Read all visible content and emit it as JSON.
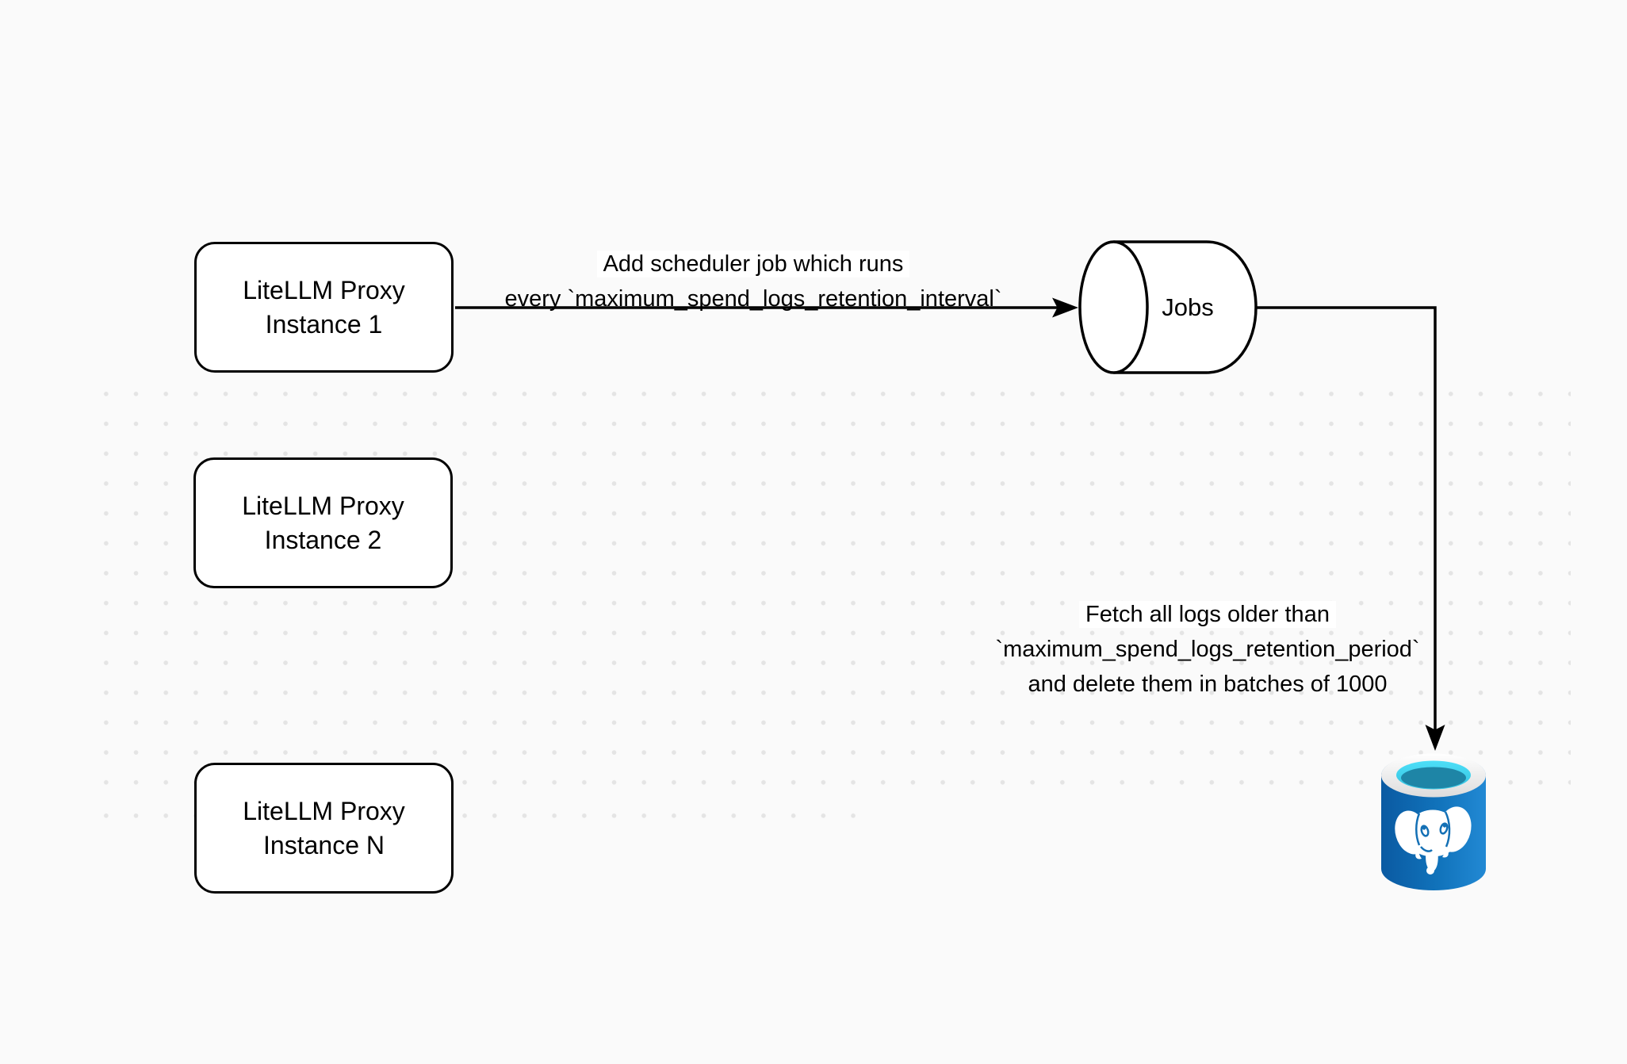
{
  "diagram": {
    "background": "#fafafa",
    "nodes": {
      "proxies": [
        {
          "line1": "LiteLLM Proxy",
          "line2": "Instance 1"
        },
        {
          "line1": "LiteLLM Proxy",
          "line2": "Instance 2"
        },
        {
          "line1": "LiteLLM Proxy",
          "line2": "Instance N"
        }
      ],
      "jobs": {
        "label": "Jobs"
      },
      "postgres": {
        "icon": "postgresql-database-icon"
      }
    },
    "edges": {
      "scheduler": {
        "line1": "Add scheduler job which runs",
        "line2": "every `maximum_spend_logs_retention_interval`"
      },
      "cleanup": {
        "line1": "Fetch all logs older than",
        "line2": "`maximum_spend_logs_retention_period`",
        "line3": "and delete them in batches of 1000"
      }
    },
    "colors": {
      "line": "#000000",
      "node_fill": "#ffffff",
      "background": "#fafafa",
      "dot_grid": "#e4e4e4",
      "postgres_body_dark": "#0a5aa2",
      "postgres_body_light": "#2289d4",
      "postgres_rim": "#ededed",
      "postgres_water_light": "#4ddff8",
      "postgres_water_dark": "#1e85a6",
      "postgres_logo": "#ffffff"
    }
  }
}
